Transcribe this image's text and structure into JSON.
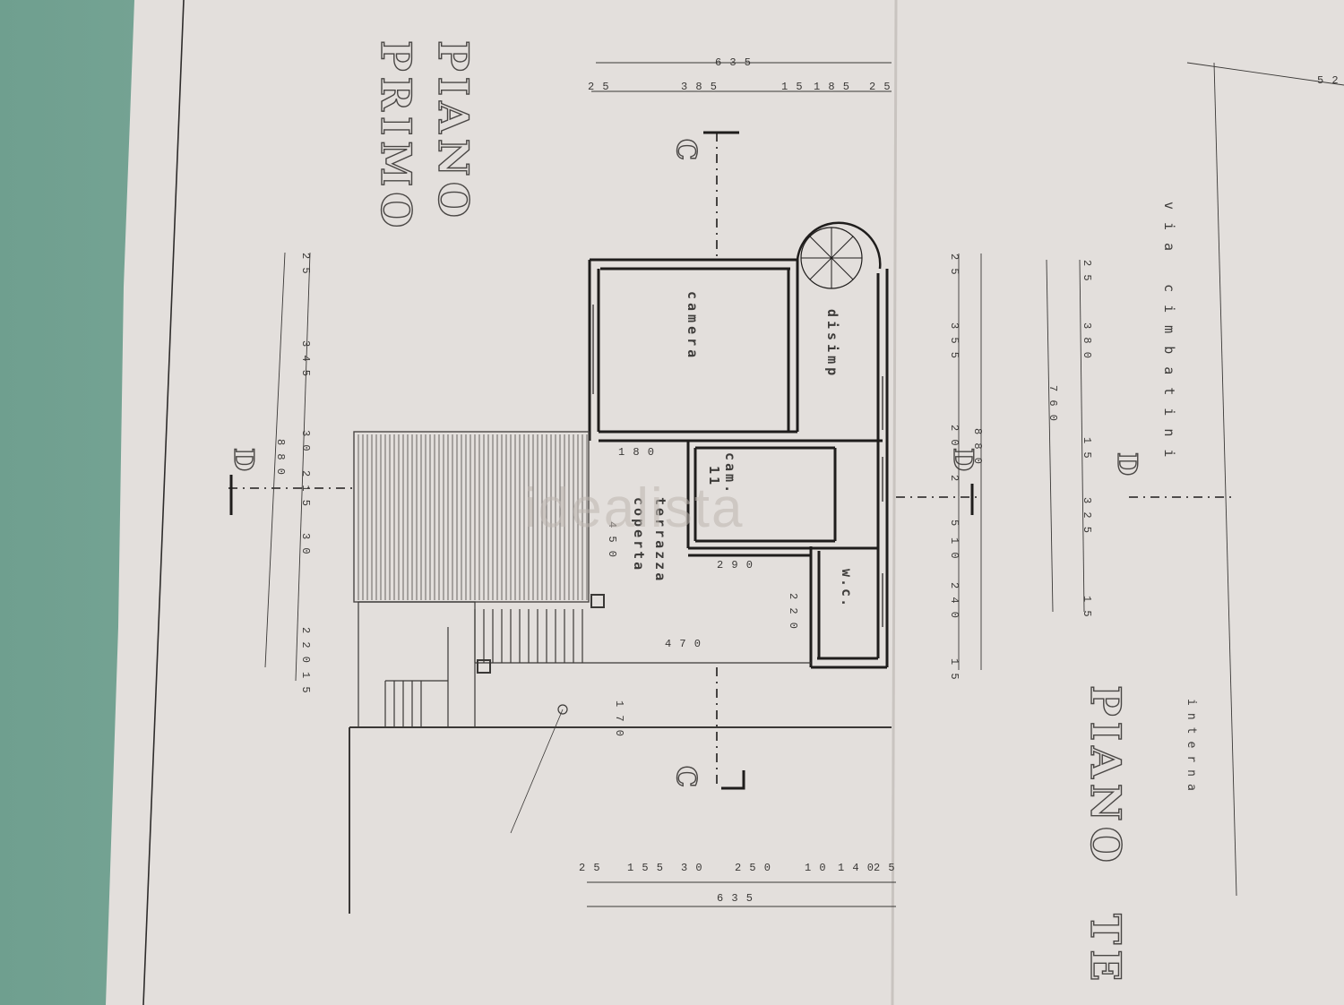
{
  "titles": {
    "left_line1": "PIANO",
    "left_line2": "PRIMO",
    "right_line1": "PIANO",
    "right_partial": "TE"
  },
  "rooms": {
    "camera": "camera",
    "disimp": "disimp",
    "cam_line1": "cam.",
    "cam_line2": "11",
    "terrazza_line1": "terrazza",
    "terrazza_line2": "coperta",
    "wc": "w.c."
  },
  "sections": {
    "c_label": "C",
    "d_label": "D"
  },
  "street": {
    "line1": "via cimbatini",
    "line2": "interna"
  },
  "dimensions": {
    "top_total": "6 3 5",
    "top_parts": [
      "2 5",
      "3 8 5",
      "1 5",
      "1 8 5",
      "2 5"
    ],
    "bottom_parts": [
      "2 5",
      "1 5 5",
      "3 0",
      "2 5 0",
      "1 0",
      "1 4 0",
      "2 5"
    ],
    "bottom_total": "6 3 5",
    "left_parts": [
      "2 5",
      "3 4 5",
      "3 0",
      "2 1 5",
      "3 0",
      "2 2 0",
      "1 5"
    ],
    "left_total": "8 8 0",
    "right_parts": [
      "2 5",
      "3 5 5",
      "2 0",
      "2",
      "5",
      "1 0",
      "2 4 0",
      "1 5"
    ],
    "right_total": "8 8 0",
    "far_parts": [
      "2 5",
      "3 8 0",
      "1 5",
      "3 2 5",
      "1 5"
    ],
    "far_total": "7 6 0",
    "far_top": "5 2",
    "interior": [
      "1 8 0",
      "2 9 0",
      "4 5 0",
      "2 2 0",
      "4 7 0",
      "1 7 0"
    ]
  },
  "watermark": "idealista"
}
